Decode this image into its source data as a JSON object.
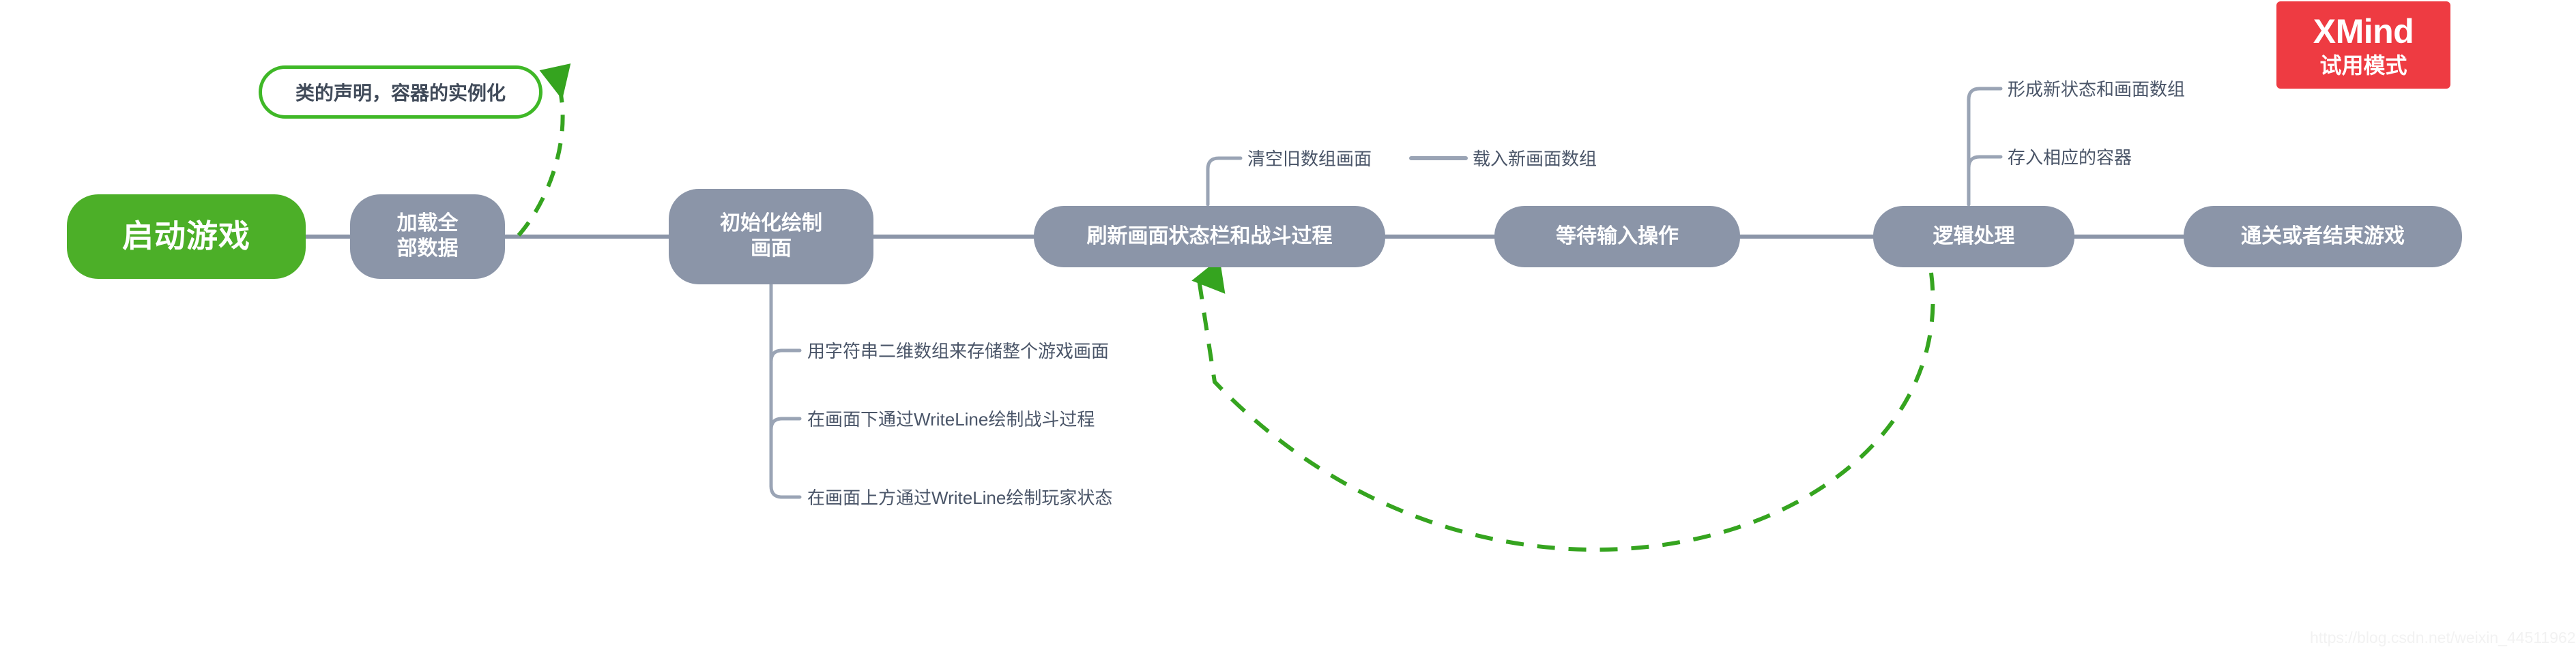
{
  "document": {
    "type": "mindmap",
    "orientation": "left-to-right"
  },
  "badge": {
    "title": "XMind",
    "subtitle": "试用模式",
    "color": "#ee3b42"
  },
  "watermark": {
    "text": "https://blog.csdn.net/weixin_44511962"
  },
  "colors": {
    "root_fill": "#4caf28",
    "branch_fill": "#8b95a8",
    "line": "#8b95a8",
    "relation_line": "#3fb827",
    "leaf_text": "#4a5568"
  },
  "nodes": {
    "root": {
      "label": "启动游戏"
    },
    "load_data": {
      "label": "加载全\n部数据"
    },
    "init_draw": {
      "label": "初始化绘制\n画面"
    },
    "refresh": {
      "label": "刷新画面状态栏和战斗过程"
    },
    "wait_input": {
      "label": "等待输入操作"
    },
    "logic": {
      "label": "逻辑处理"
    },
    "finish": {
      "label": "通关或者结束游戏"
    }
  },
  "callout": {
    "label": "类的声明，容器的实例化"
  },
  "init_draw_children": [
    {
      "label": "用字符串二维数组来存储整个游戏画面"
    },
    {
      "label": "在画面下通过WriteLine绘制战斗过程"
    },
    {
      "label": "在画面上方通过WriteLine绘制玩家状态"
    }
  ],
  "refresh_children": [
    {
      "label": "清空旧数组画面"
    }
  ],
  "refresh_grandchildren": [
    {
      "label": "载入新画面数组"
    }
  ],
  "logic_children": [
    {
      "label": "形成新状态和画面数组"
    },
    {
      "label": "存入相应的容器"
    }
  ]
}
